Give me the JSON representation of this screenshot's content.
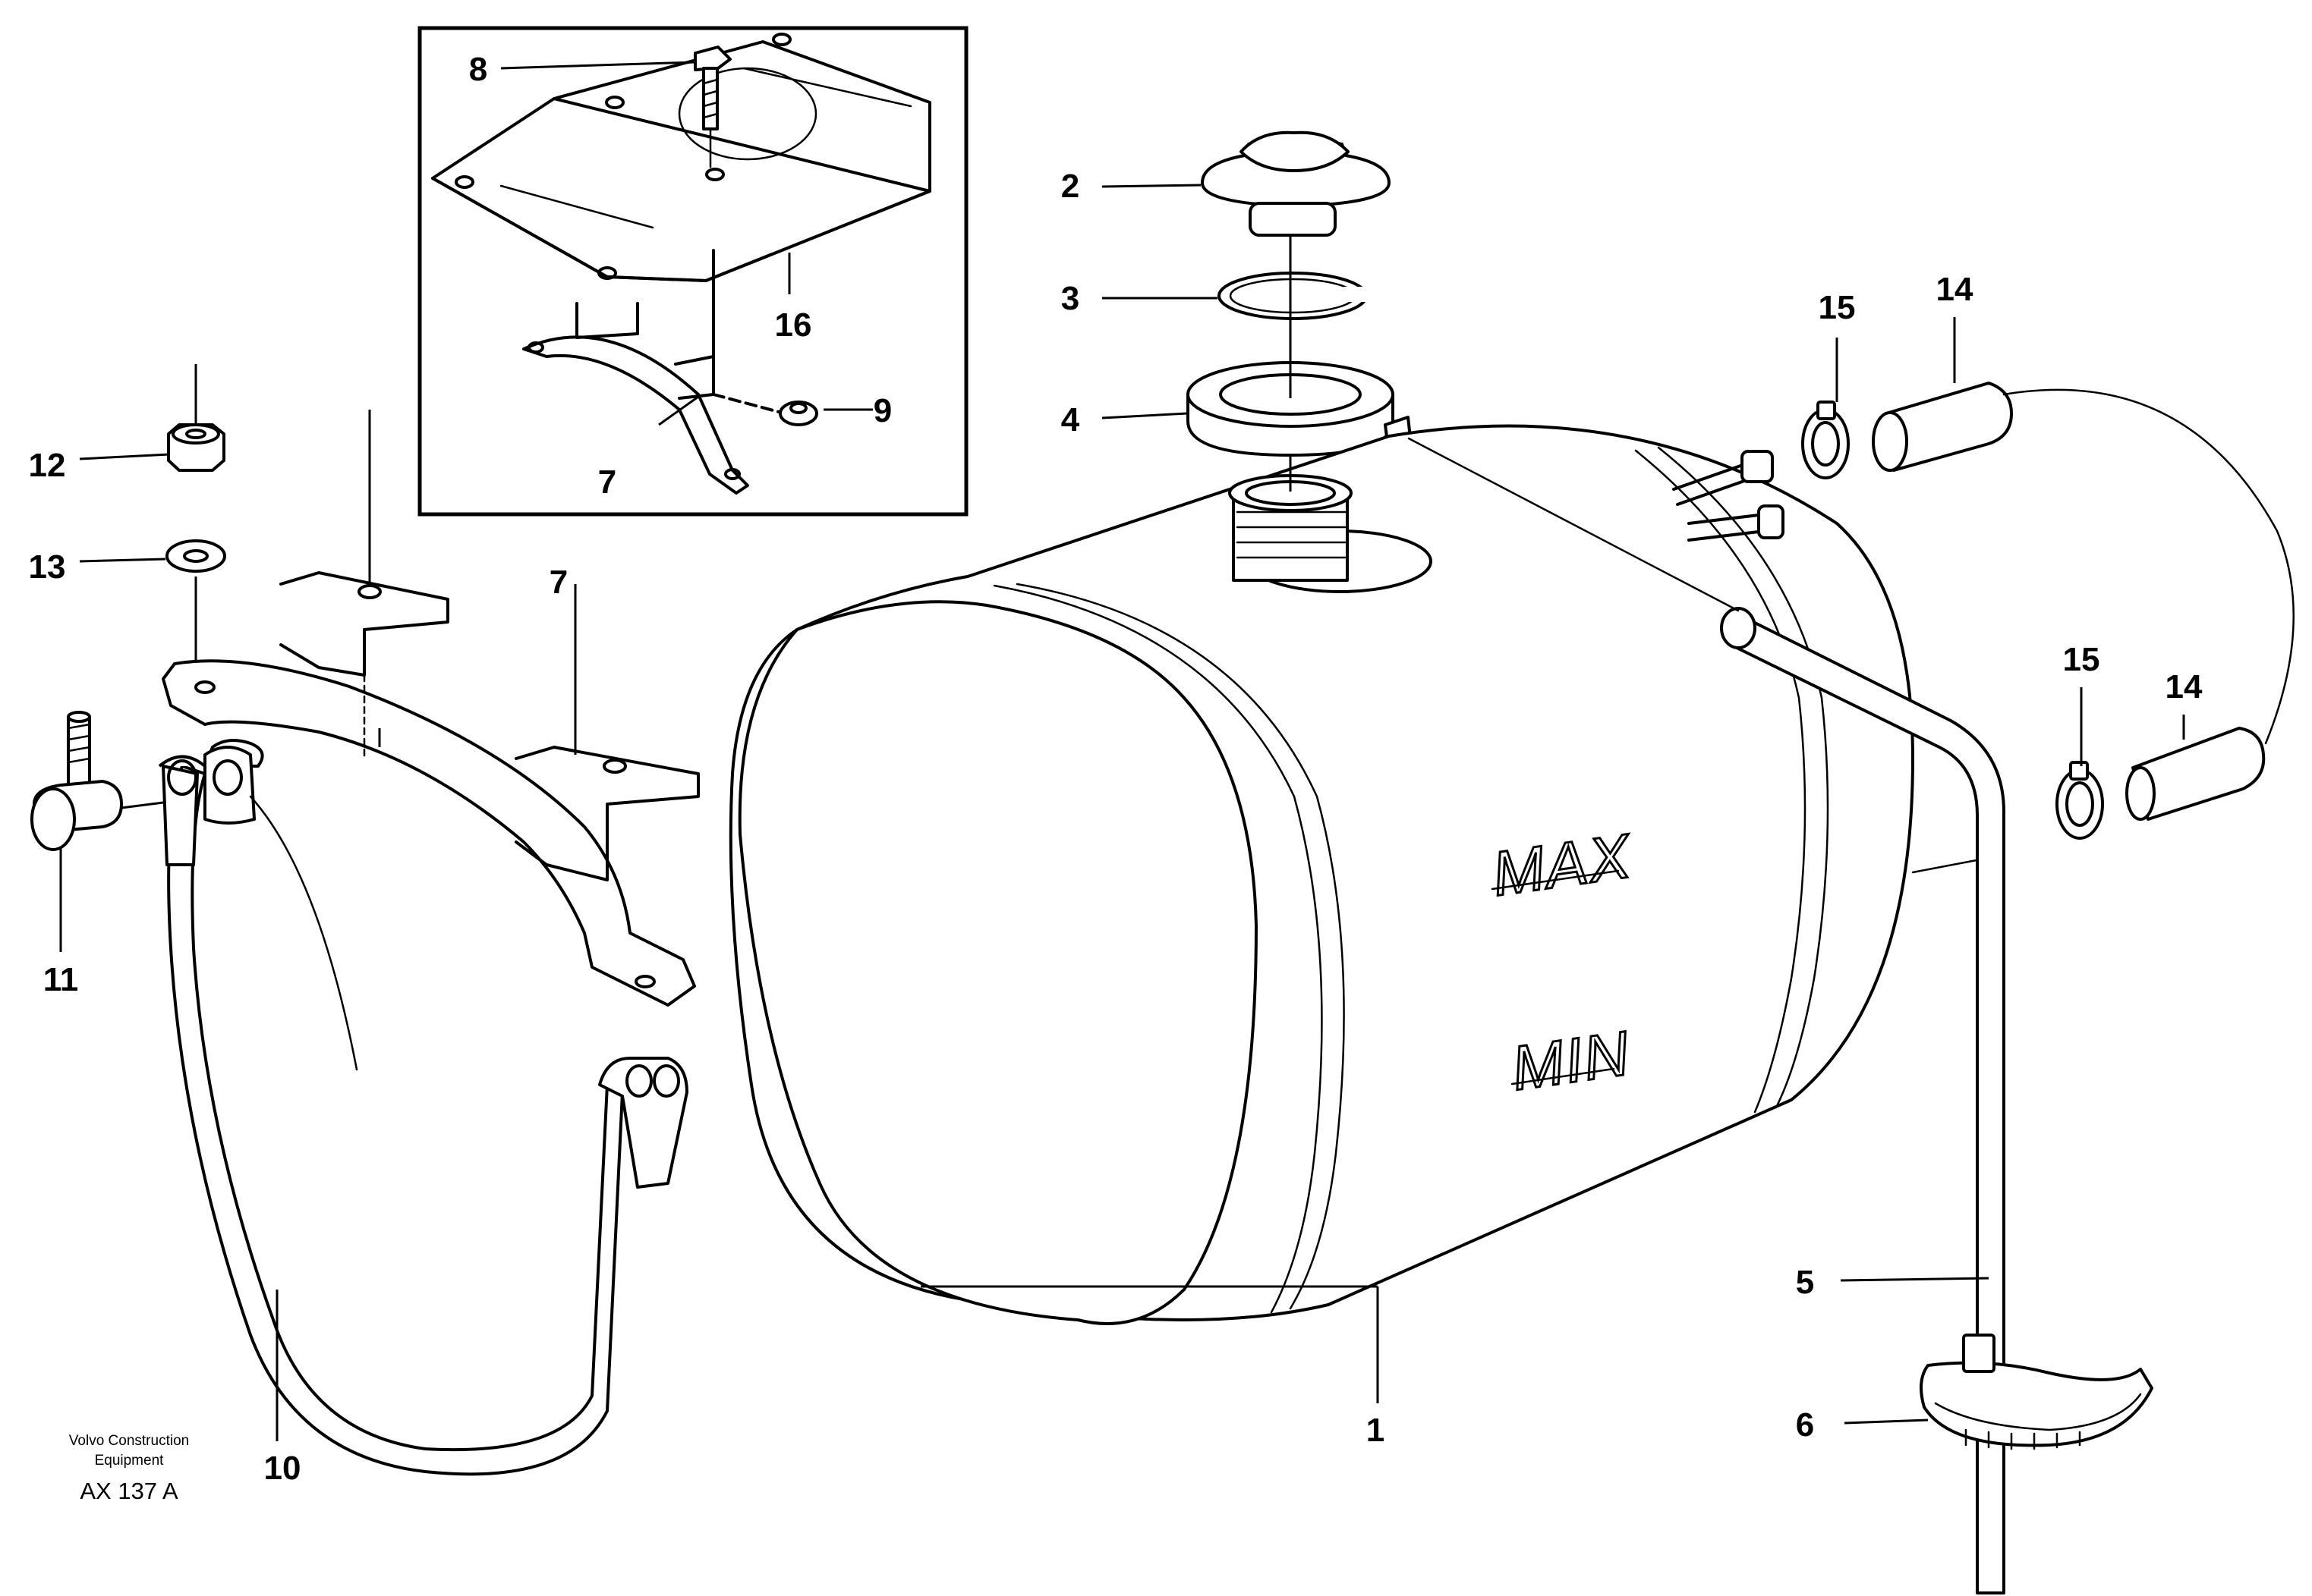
{
  "tank": {
    "max_mark": "MAX",
    "min_mark": "MIN"
  },
  "callouts": {
    "c1": "1",
    "c2": "2",
    "c3": "3",
    "c4": "4",
    "c5": "5",
    "c6": "6",
    "c7a": "7",
    "c7b": "7",
    "c8": "8",
    "c9": "9",
    "c10": "10",
    "c11": "11",
    "c12": "12",
    "c13": "13",
    "c14a": "14",
    "c14b": "14",
    "c15a": "15",
    "c15b": "15",
    "c16": "16"
  },
  "footer": {
    "maker_line1": "Volvo Construction",
    "maker_line2": "Equipment",
    "drawing_code": "AX 137 A"
  }
}
